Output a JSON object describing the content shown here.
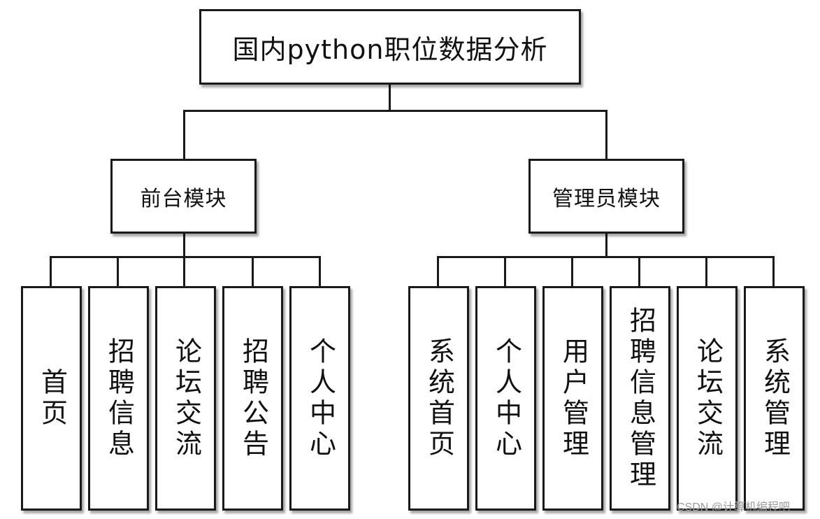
{
  "root": {
    "label": "国内python职位数据分析"
  },
  "modules": [
    {
      "label": "前台模块",
      "children": [
        "首页",
        "招聘信息",
        "论坛交流",
        "招聘公告",
        "个人中心"
      ]
    },
    {
      "label": "管理员模块",
      "children": [
        "系统首页",
        "个人中心",
        "用户管理",
        "招聘信息管理",
        "论坛交流",
        "系统管理"
      ]
    }
  ],
  "watermark": "CSDN @计算机编程吧"
}
